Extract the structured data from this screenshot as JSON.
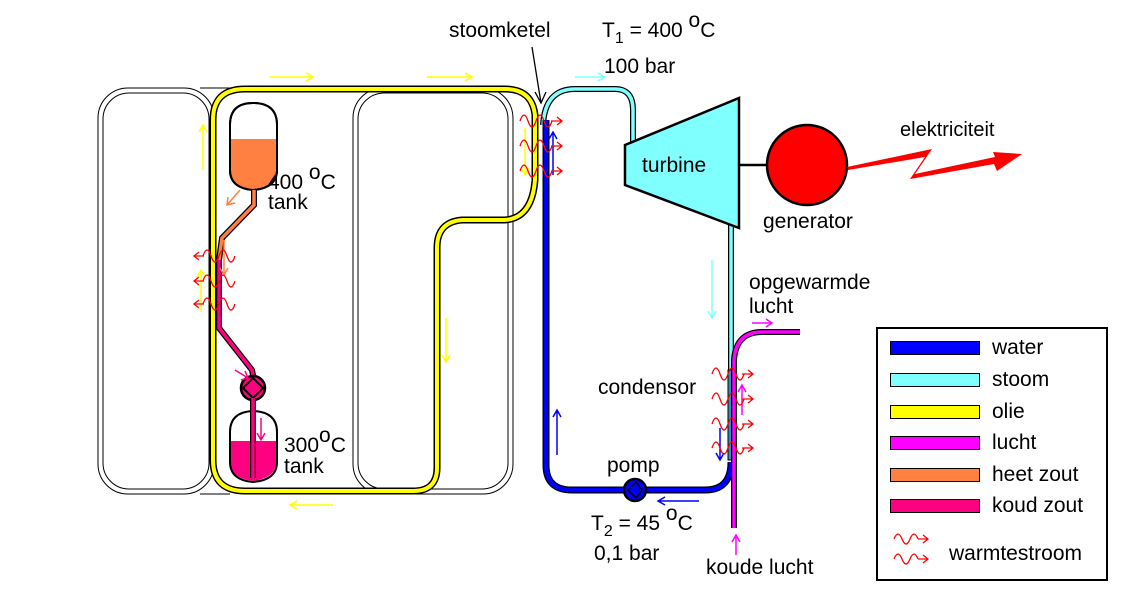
{
  "labels": {
    "stoomketel": "stoomketel",
    "t1_symbol": "T",
    "t1_sub": "1",
    "t1_value": " = 400 ",
    "t1_deg": "o",
    "t1_unit": "C",
    "p1": "100 bar",
    "turbine": "turbine",
    "generator": "generator",
    "elektriciteit": "elektriciteit",
    "hot_tank_temp": "400 ",
    "hot_tank_deg": "o",
    "hot_tank_unit": "C",
    "hot_tank_word": "tank",
    "cold_tank_temp": "300",
    "cold_tank_deg": "o",
    "cold_tank_unit": "C",
    "cold_tank_word": "tank",
    "opgewarmde_line1": "opgewarmde",
    "opgewarmde_line2": "lucht",
    "condensor": "condensor",
    "pomp": "pomp",
    "t2_symbol": "T",
    "t2_sub": "2",
    "t2_value": " = 45 ",
    "t2_deg": "o",
    "t2_unit": "C",
    "p2": "0,1 bar",
    "koude_lucht": "koude lucht"
  },
  "legend": {
    "items": [
      {
        "label": "water",
        "color": "#0000ff"
      },
      {
        "label": "stoom",
        "color": "#80ffff"
      },
      {
        "label": "olie",
        "color": "#ffff00"
      },
      {
        "label": "lucht",
        "color": "#ff00ff"
      },
      {
        "label": "heet zout",
        "color": "#ff8040"
      },
      {
        "label": "koud zout",
        "color": "#ff0080"
      }
    ],
    "heat_flow_label": "warmtestroom"
  },
  "colors": {
    "water": "#0000ff",
    "stoom": "#80ffff",
    "olie": "#ffff00",
    "lucht": "#ff00ff",
    "heet_zout": "#ff8040",
    "koud_zout": "#ff0080",
    "warmtestroom": "#ff0000",
    "generator": "#ff0000"
  }
}
